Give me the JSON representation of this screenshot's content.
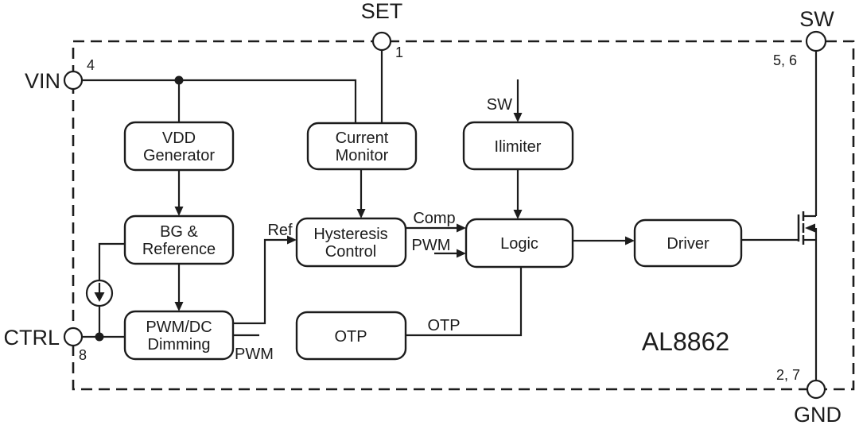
{
  "diagram_title": "AL8862 functional block diagram",
  "part_number": "AL8862",
  "colors": {
    "line": "#1c1c1c",
    "background": "#ffffff"
  },
  "pins": {
    "vin": {
      "name": "VIN",
      "number": "4"
    },
    "set": {
      "name": "SET",
      "number": "1"
    },
    "sw": {
      "name": "SW",
      "number": "5, 6"
    },
    "ctrl": {
      "name": "CTRL",
      "number": "8"
    },
    "gnd": {
      "name": "GND",
      "number": "2, 7"
    }
  },
  "blocks": {
    "vdd_generator": {
      "line1": "VDD",
      "line2": "Generator"
    },
    "current_monitor": {
      "line1": "Current",
      "line2": "Monitor"
    },
    "ilimiter": {
      "line1": "Ilimiter"
    },
    "bg_reference": {
      "line1": "BG &",
      "line2": "Reference"
    },
    "hysteresis_control": {
      "line1": "Hysteresis",
      "line2": "Control"
    },
    "logic": {
      "line1": "Logic"
    },
    "driver": {
      "line1": "Driver"
    },
    "pwm_dc_dimming": {
      "line1": "PWM/DC",
      "line2": "Dimming"
    },
    "otp": {
      "line1": "OTP"
    }
  },
  "signals": {
    "sw_input": "SW",
    "ref": "Ref",
    "comp": "Comp",
    "pwm_from_dimming": "PWM",
    "pwm_to_logic": "PWM",
    "otp_net": "OTP"
  }
}
